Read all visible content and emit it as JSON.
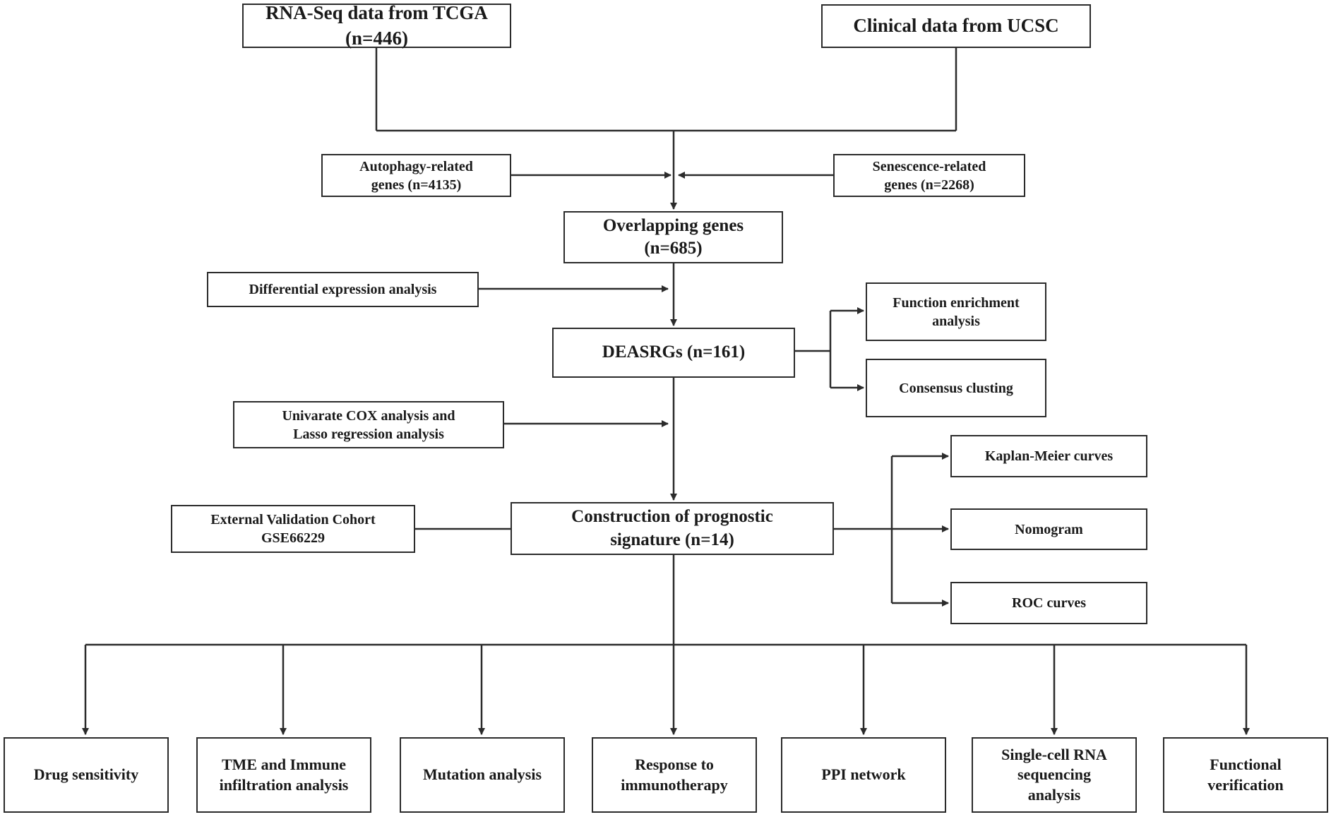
{
  "nodes": {
    "rnaseq": {
      "line1": "RNA-Seq data from TCGA",
      "line2": "(n=446)"
    },
    "clinical": {
      "line1": "Clinical data from UCSC"
    },
    "autophagy": {
      "line1": "Autophagy-related",
      "line2": "genes (n=4135)"
    },
    "senescence": {
      "line1": "Senescence-related",
      "line2": "genes (n=2268)"
    },
    "overlap": {
      "line1": "Overlapping genes",
      "line2": "(n=685)"
    },
    "diffexp": {
      "line1": "Differential expression analysis"
    },
    "deasrgs": {
      "line1": "DEASRGs (n=161)"
    },
    "enrichment": {
      "line1": "Function enrichment",
      "line2": "analysis"
    },
    "consensus": {
      "line1": "Consensus clusting"
    },
    "cox": {
      "line1": "Univarate COX analysis and",
      "line2": "Lasso regression analysis"
    },
    "external": {
      "line1": "External Validation Cohort",
      "line2": "GSE66229"
    },
    "signature": {
      "line1": "Construction of prognostic",
      "line2": "signature (n=14)"
    },
    "km": {
      "line1": "Kaplan-Meier curves"
    },
    "nomogram": {
      "line1": "Nomogram"
    },
    "roc": {
      "line1": "ROC curves"
    },
    "drug": {
      "line1": "Drug sensitivity"
    },
    "tme": {
      "line1": "TME and Immune",
      "line2": "infiltration analysis"
    },
    "mutation": {
      "line1": "Mutation analysis"
    },
    "immuno": {
      "line1": "Response to",
      "line2": "immunotherapy"
    },
    "ppi": {
      "line1": "PPI network"
    },
    "scrna": {
      "line1": "Single-cell RNA",
      "line2": "sequencing",
      "line3": "analysis"
    },
    "functional": {
      "line1": "Functional",
      "line2": "verification"
    }
  },
  "colors": {
    "line": "#2b2b2b",
    "border": "#2b2b2b",
    "text": "#1a1a1a",
    "background": "#ffffff"
  }
}
